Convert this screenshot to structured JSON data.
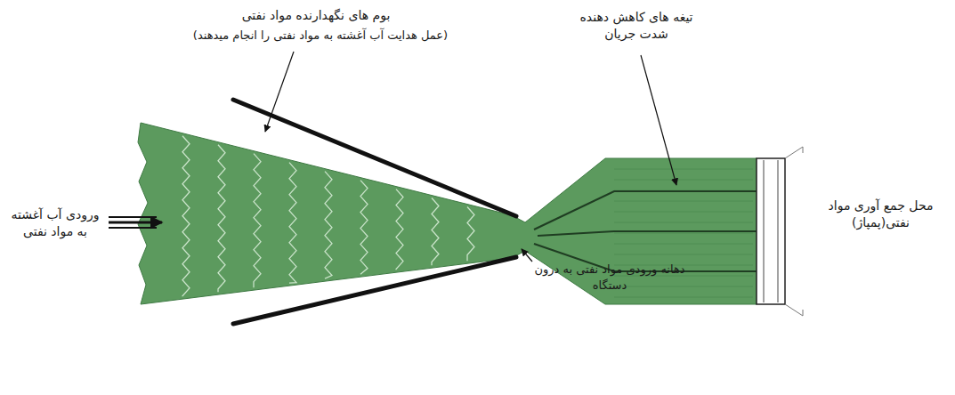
{
  "diagram": {
    "labels": [
      "بوم های نگهدارنده مواد نفتی",
      "(عمل هدایت آب آغشته به مواد نفتی را انجام میدهند)",
      "تیغه های کاهش دهنده شدت جریان",
      "محل جمع آوری مواد نفتی(پمپاژ)",
      "ورودی آب آغشته به مواد نفتی",
      "دهانه ورودی مواد نفتی به درون دستگاه"
    ]
  }
}
